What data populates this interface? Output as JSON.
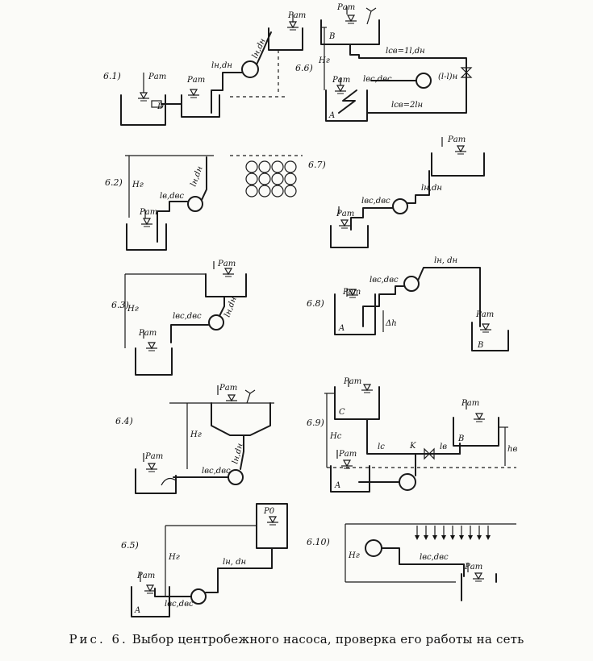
{
  "caption": {
    "prefix": "Рис. 6.",
    "text": "Выбор центробежного насоса, проверка его работы на сеть"
  },
  "panels": {
    "p61": {
      "tag": "6.1)",
      "patm1": "Pат",
      "patm2": "Pат",
      "patm3": "Pат",
      "d": "D",
      "ln": "lн,dн",
      "lnv": "lн,dн"
    },
    "p62": {
      "tag": "6.2)",
      "h": "Hг",
      "patm": "Pат",
      "lv": "lв,dвс",
      "ln": "lн,dн"
    },
    "p63": {
      "tag": "6.3)",
      "h": "Hг",
      "patm1": "Pат",
      "patm2": "Pат",
      "lv": "lвс,dвс",
      "ln": "lн,dн"
    },
    "p64": {
      "tag": "6.4)",
      "h": "Hг",
      "patm1": "Pат",
      "patm2": "Pат",
      "lv": "lвс,dвс",
      "ln": "lн,dн"
    },
    "p65": {
      "tag": "6.5)",
      "h": "Hг",
      "patm": "Pат",
      "p0": "P0",
      "a": "A",
      "lv": "lвс,dвс",
      "ln": "lн, dн"
    },
    "p66": {
      "tag": "6.6)",
      "h": "Hг",
      "patm1": "Pат",
      "patm2": "Pат",
      "b": "B",
      "a": "A",
      "l1": "lсв=1l,dн",
      "l2": "(l-l)н",
      "lv": "lвс,dвс",
      "l3": "lсв=2lн"
    },
    "p67": {
      "tag": "6.7)",
      "patm1": "Pат",
      "patm2": "Pат",
      "lv": "lвс,dвс",
      "ln": "lн,dн"
    },
    "p68": {
      "tag": "6.8)",
      "patm1": "Pат",
      "patm2": "Pат",
      "a": "A",
      "b": "B",
      "dh": "Δh",
      "lv": "lвс,dвс",
      "ln": "lн, dн"
    },
    "p69": {
      "tag": "6.9)",
      "patm1": "Pат",
      "patm2": "Pат",
      "patm3": "Pат",
      "c": "C",
      "a": "A",
      "b": "B",
      "hc": "Hс",
      "hb": "hв",
      "lc": "lс",
      "lb": "lв",
      "k": "K"
    },
    "p610": {
      "tag": "6.10)",
      "h": "Hг",
      "patm": "Pат",
      "lv": "lвс,dвс"
    }
  }
}
